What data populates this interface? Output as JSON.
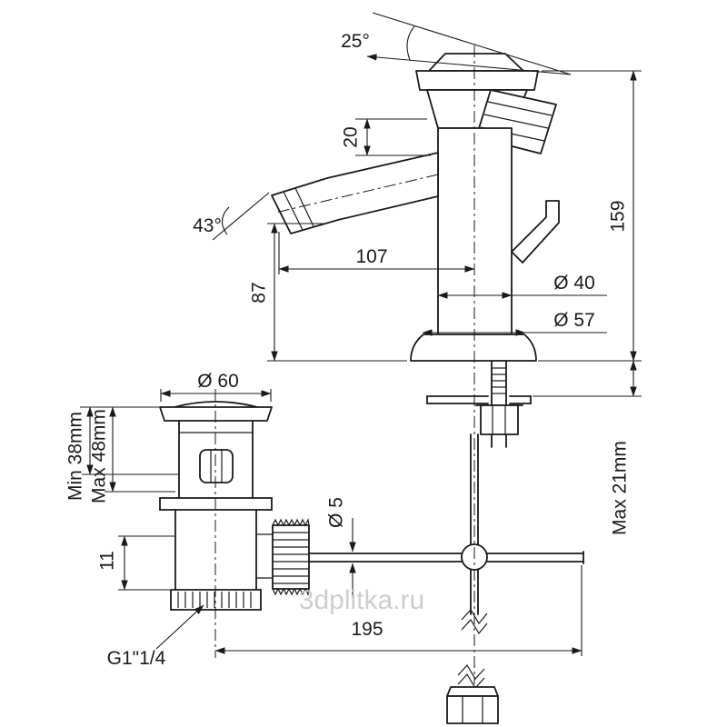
{
  "drawing": {
    "watermark": "3dplitka.ru",
    "labels": {
      "handle_angle": "25°",
      "spout_drop": "20",
      "spout_angle": "43°",
      "spout_reach": "107",
      "spout_height": "87",
      "total_height": "159",
      "body_diameter": "Ø 40",
      "base_diameter": "Ø 57",
      "waste_flange_diameter": "Ø 60",
      "waste_min": "Min 38mm",
      "waste_max": "Max 48mm",
      "waste_collar": "11",
      "deck_max": "Max 21mm",
      "rod_diameter": "Ø 5",
      "rod_length": "195",
      "thread": "G1\"1/4"
    },
    "colors": {
      "line": "#1a1a1a",
      "watermark": "#c6c6c6",
      "background": "#ffffff"
    }
  }
}
